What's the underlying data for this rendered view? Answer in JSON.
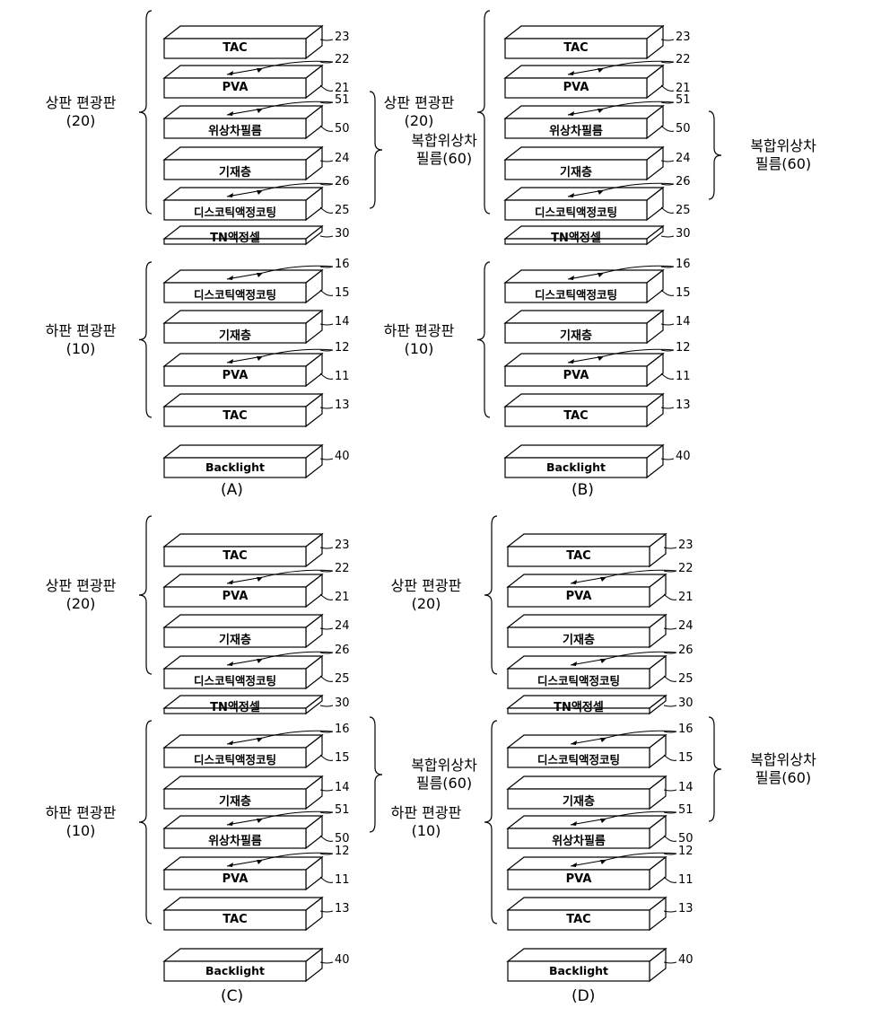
{
  "panels": [
    {
      "caption": "(A)",
      "groups": [
        {
          "lines": [
            "상판 편광판",
            "(20)"
          ]
        },
        {
          "lines": [
            "복합위상차",
            "필름(60)"
          ]
        },
        {
          "lines": [
            "하판 편광판",
            "(10)"
          ]
        }
      ],
      "layers": [
        {
          "label": "TAC",
          "nums": [
            "23"
          ]
        },
        {
          "label": "PVA",
          "nums": [
            "22",
            "21"
          ]
        },
        {
          "label": "위상차필름",
          "nums": [
            "51",
            "50"
          ]
        },
        {
          "label": "기재층",
          "nums": [
            "24"
          ]
        },
        {
          "label": "디스코틱액정코팅",
          "nums": [
            "26",
            "25"
          ]
        },
        {
          "label": "TN액정셀",
          "nums": [
            "30"
          ]
        },
        {
          "label": "디스코틱액정코팅",
          "nums": [
            "16",
            "15"
          ]
        },
        {
          "label": "기재층",
          "nums": [
            "14"
          ]
        },
        {
          "label": "PVA",
          "nums": [
            "12",
            "11"
          ]
        },
        {
          "label": "TAC",
          "nums": [
            "13"
          ]
        },
        {
          "label": "Backlight",
          "nums": [
            "40"
          ]
        }
      ]
    },
    {
      "caption": "(B)",
      "groups": [
        {
          "lines": [
            "상판 편광판",
            "(20)"
          ]
        },
        {
          "lines": [
            "복합위상차",
            "필름(60)"
          ]
        },
        {
          "lines": [
            "하판 편광판",
            "(10)"
          ]
        }
      ],
      "layers": [
        {
          "label": "TAC",
          "nums": [
            "23"
          ]
        },
        {
          "label": "PVA",
          "nums": [
            "22",
            "21"
          ]
        },
        {
          "label": "위상차필름",
          "nums": [
            "51",
            "50"
          ]
        },
        {
          "label": "기재층",
          "nums": [
            "24"
          ]
        },
        {
          "label": "디스코틱액정코팅",
          "nums": [
            "26",
            "25"
          ]
        },
        {
          "label": "TN액정셀",
          "nums": [
            "30"
          ]
        },
        {
          "label": "디스코틱액정코팅",
          "nums": [
            "16",
            "15"
          ]
        },
        {
          "label": "기재층",
          "nums": [
            "14"
          ]
        },
        {
          "label": "PVA",
          "nums": [
            "12",
            "11"
          ]
        },
        {
          "label": "TAC",
          "nums": [
            "13"
          ]
        },
        {
          "label": "Backlight",
          "nums": [
            "40"
          ]
        }
      ]
    },
    {
      "caption": "(C)",
      "groups": [
        {
          "lines": [
            "상판 편광판",
            "(20)"
          ]
        },
        {
          "lines": [
            "복합위상차",
            "필름(60)"
          ]
        },
        {
          "lines": [
            "하판 편광판",
            "(10)"
          ]
        }
      ],
      "layers": [
        {
          "label": "TAC",
          "nums": [
            "23"
          ]
        },
        {
          "label": "PVA",
          "nums": [
            "22",
            "21"
          ]
        },
        {
          "label": "기재층",
          "nums": [
            "24"
          ]
        },
        {
          "label": "디스코틱액정코팅",
          "nums": [
            "26",
            "25"
          ]
        },
        {
          "label": "TN액정셀",
          "nums": [
            "30"
          ]
        },
        {
          "label": "디스코틱액정코팅",
          "nums": [
            "16",
            "15"
          ]
        },
        {
          "label": "기재층",
          "nums": [
            "14"
          ]
        },
        {
          "label": "위상차필름",
          "nums": [
            "51",
            "50"
          ]
        },
        {
          "label": "PVA",
          "nums": [
            "12",
            "11"
          ]
        },
        {
          "label": "TAC",
          "nums": [
            "13"
          ]
        },
        {
          "label": "Backlight",
          "nums": [
            "40"
          ]
        }
      ]
    },
    {
      "caption": "(D)",
      "groups": [
        {
          "lines": [
            "상판 편광판",
            "(20)"
          ]
        },
        {
          "lines": [
            "복합위상차",
            "필름(60)"
          ]
        },
        {
          "lines": [
            "하판 편광판",
            "(10)"
          ]
        }
      ],
      "layers": [
        {
          "label": "TAC",
          "nums": [
            "23"
          ]
        },
        {
          "label": "PVA",
          "nums": [
            "22",
            "21"
          ]
        },
        {
          "label": "기재층",
          "nums": [
            "24"
          ]
        },
        {
          "label": "디스코틱액정코팅",
          "nums": [
            "26",
            "25"
          ]
        },
        {
          "label": "TN액정셀",
          "nums": [
            "30"
          ]
        },
        {
          "label": "디스코틱액정코팅",
          "nums": [
            "16",
            "15"
          ]
        },
        {
          "label": "기재층",
          "nums": [
            "14"
          ]
        },
        {
          "label": "위상차필름",
          "nums": [
            "51",
            "50"
          ]
        },
        {
          "label": "PVA",
          "nums": [
            "12",
            "11"
          ]
        },
        {
          "label": "TAC",
          "nums": [
            "13"
          ]
        },
        {
          "label": "Backlight",
          "nums": [
            "40"
          ]
        }
      ]
    }
  ]
}
